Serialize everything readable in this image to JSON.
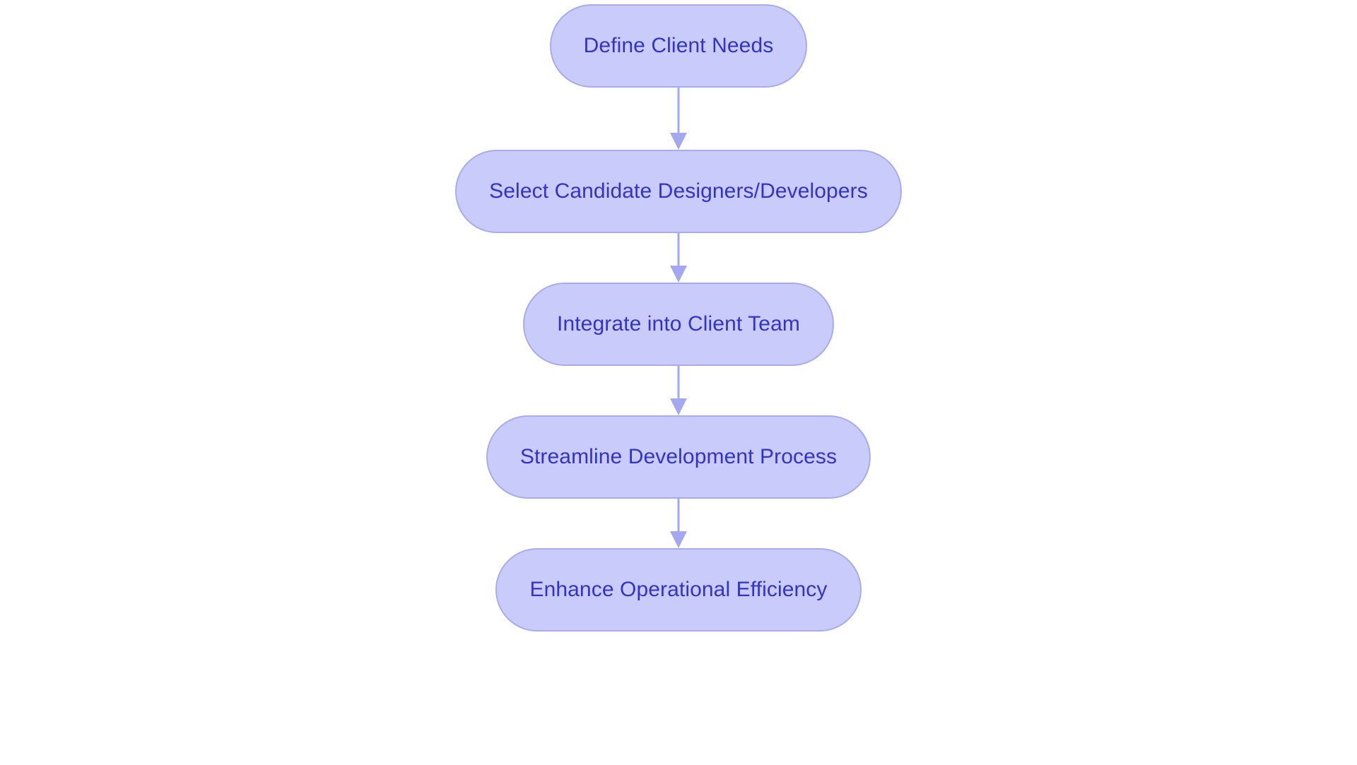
{
  "diagram": {
    "type": "flowchart",
    "orientation": "top-to-bottom",
    "title": "",
    "background_color": "#ffffff",
    "node_fill_color": "#c9ccfa",
    "node_border_color": "#a8acee",
    "node_text_color": "#3333cc",
    "connector_color": "#a3a8f0",
    "node_shape": "stadium",
    "nodes": [
      {
        "id": "n1",
        "label": "Define Client Needs"
      },
      {
        "id": "n2",
        "label": "Select Candidate Designers/Developers"
      },
      {
        "id": "n3",
        "label": "Integrate into Client Team"
      },
      {
        "id": "n4",
        "label": "Streamline Development Process"
      },
      {
        "id": "n5",
        "label": "Enhance Operational Efficiency"
      }
    ],
    "edges": [
      {
        "id": "e1",
        "from": "n1",
        "to": "n2",
        "label": "",
        "arrowhead": "triangle"
      },
      {
        "id": "e2",
        "from": "n2",
        "to": "n3",
        "label": "",
        "arrowhead": "triangle"
      },
      {
        "id": "e3",
        "from": "n3",
        "to": "n4",
        "label": "",
        "arrowhead": "triangle"
      },
      {
        "id": "e4",
        "from": "n4",
        "to": "n5",
        "label": "",
        "arrowhead": "triangle"
      }
    ]
  }
}
